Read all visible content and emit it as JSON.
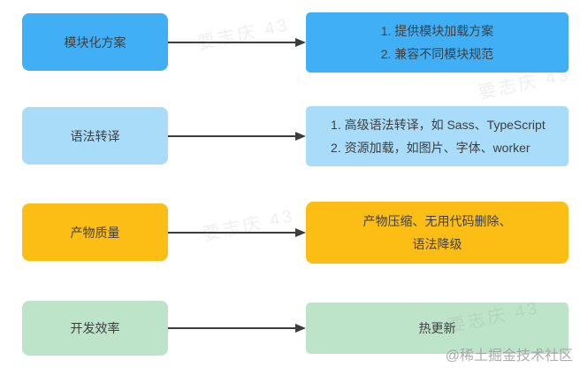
{
  "diagram": {
    "text_color": "#3f3f3f",
    "arrow_color": "#3c3c3c",
    "rows": [
      {
        "label": "模块化方案",
        "color": "#41aff5",
        "detail_lines": [
          "1. 提供模块加载方案",
          "2. 兼容不同模块规范"
        ]
      },
      {
        "label": "语法转译",
        "color": "#a9dcf8",
        "detail_lines": [
          "1. 高级语法转译，如 Sass、TypeScript",
          "2. 资源加载，如图片、字体、worker"
        ]
      },
      {
        "label": "产物质量",
        "color": "#fcbd15",
        "detail_lines": [
          "产物压缩、无用代码删除、",
          "语法降级"
        ]
      },
      {
        "label": "开发效率",
        "color": "#bde3c8",
        "detail_lines": [
          "热更新"
        ]
      }
    ]
  },
  "watermarks": {
    "diagonal_text": "要志庆 43",
    "credit": "@稀土掘金技术社区"
  }
}
